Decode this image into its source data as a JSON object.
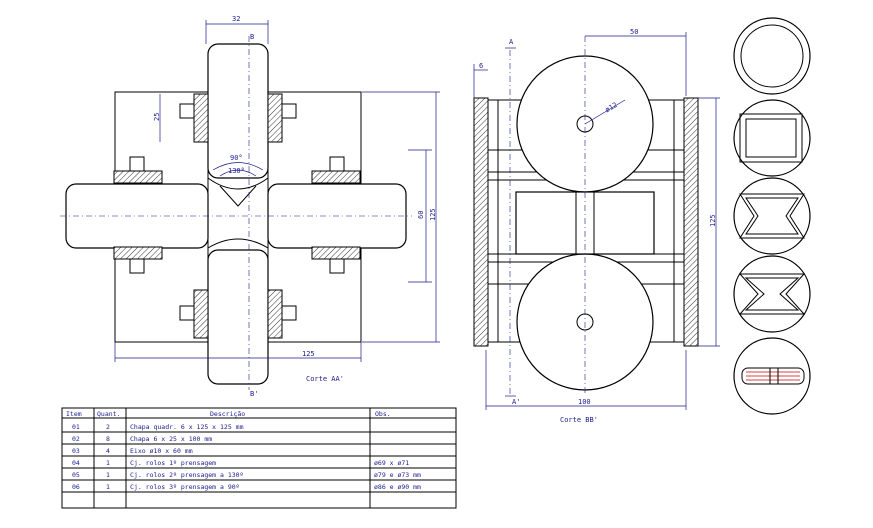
{
  "dimensions": {
    "width_top": "32",
    "section_B_top": "B",
    "section_B_bottom": "B'",
    "small_height": "25",
    "angle_90": "90°",
    "angle_130": "130°",
    "dim_60": "60",
    "dim_125_right": "125",
    "dim_125_bottom": "125",
    "right_6": "6",
    "right_50": "50",
    "right_d12": "ø12",
    "right_125": "125",
    "right_100": "100",
    "section_A_top": "A",
    "section_A_bottom": "A'"
  },
  "labels": {
    "corte_aa": "Corte AA'",
    "corte_bb": "Corte BB'"
  },
  "table": {
    "headers": [
      "Item",
      "Quant.",
      "Descrição",
      "Obs."
    ],
    "rows": [
      [
        "01",
        "2",
        "Chapa quadr. 6 x 125 x 125 mm",
        ""
      ],
      [
        "02",
        "8",
        "Chapa 6 x 25 x 100 mm",
        ""
      ],
      [
        "03",
        "4",
        "Eixo ø10 x 60 mm",
        ""
      ],
      [
        "04",
        "1",
        "Cj. rolos 1º prensagem",
        "ø69 x ø71"
      ],
      [
        "05",
        "1",
        "Cj. rolos 2º prensagem a 130º",
        "ø79 e ø73 mm"
      ],
      [
        "06",
        "1",
        "Cj. rolos 3º prensagem a 90º",
        "ø86 e ø90 mm"
      ]
    ]
  }
}
